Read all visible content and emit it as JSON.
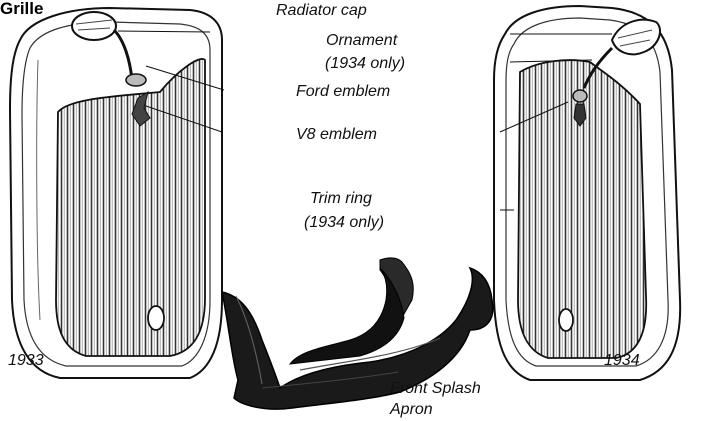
{
  "title": "Grille",
  "labels": {
    "radiator_cap": "Radiator cap",
    "ornament_l1": "Ornament",
    "ornament_l2": "(1934 only)",
    "ford_emblem": "Ford emblem",
    "v8_emblem": "V8 emblem",
    "trim_ring_l1": "Trim ring",
    "trim_ring_l2": "(1934 only)",
    "splash_l1": "Front Splash",
    "splash_l2": "Apron"
  },
  "years": {
    "left": "1933",
    "right": "1934"
  },
  "colors": {
    "ink": "#111111",
    "paper": "#ffffff",
    "apron": "#1a1a1a"
  }
}
